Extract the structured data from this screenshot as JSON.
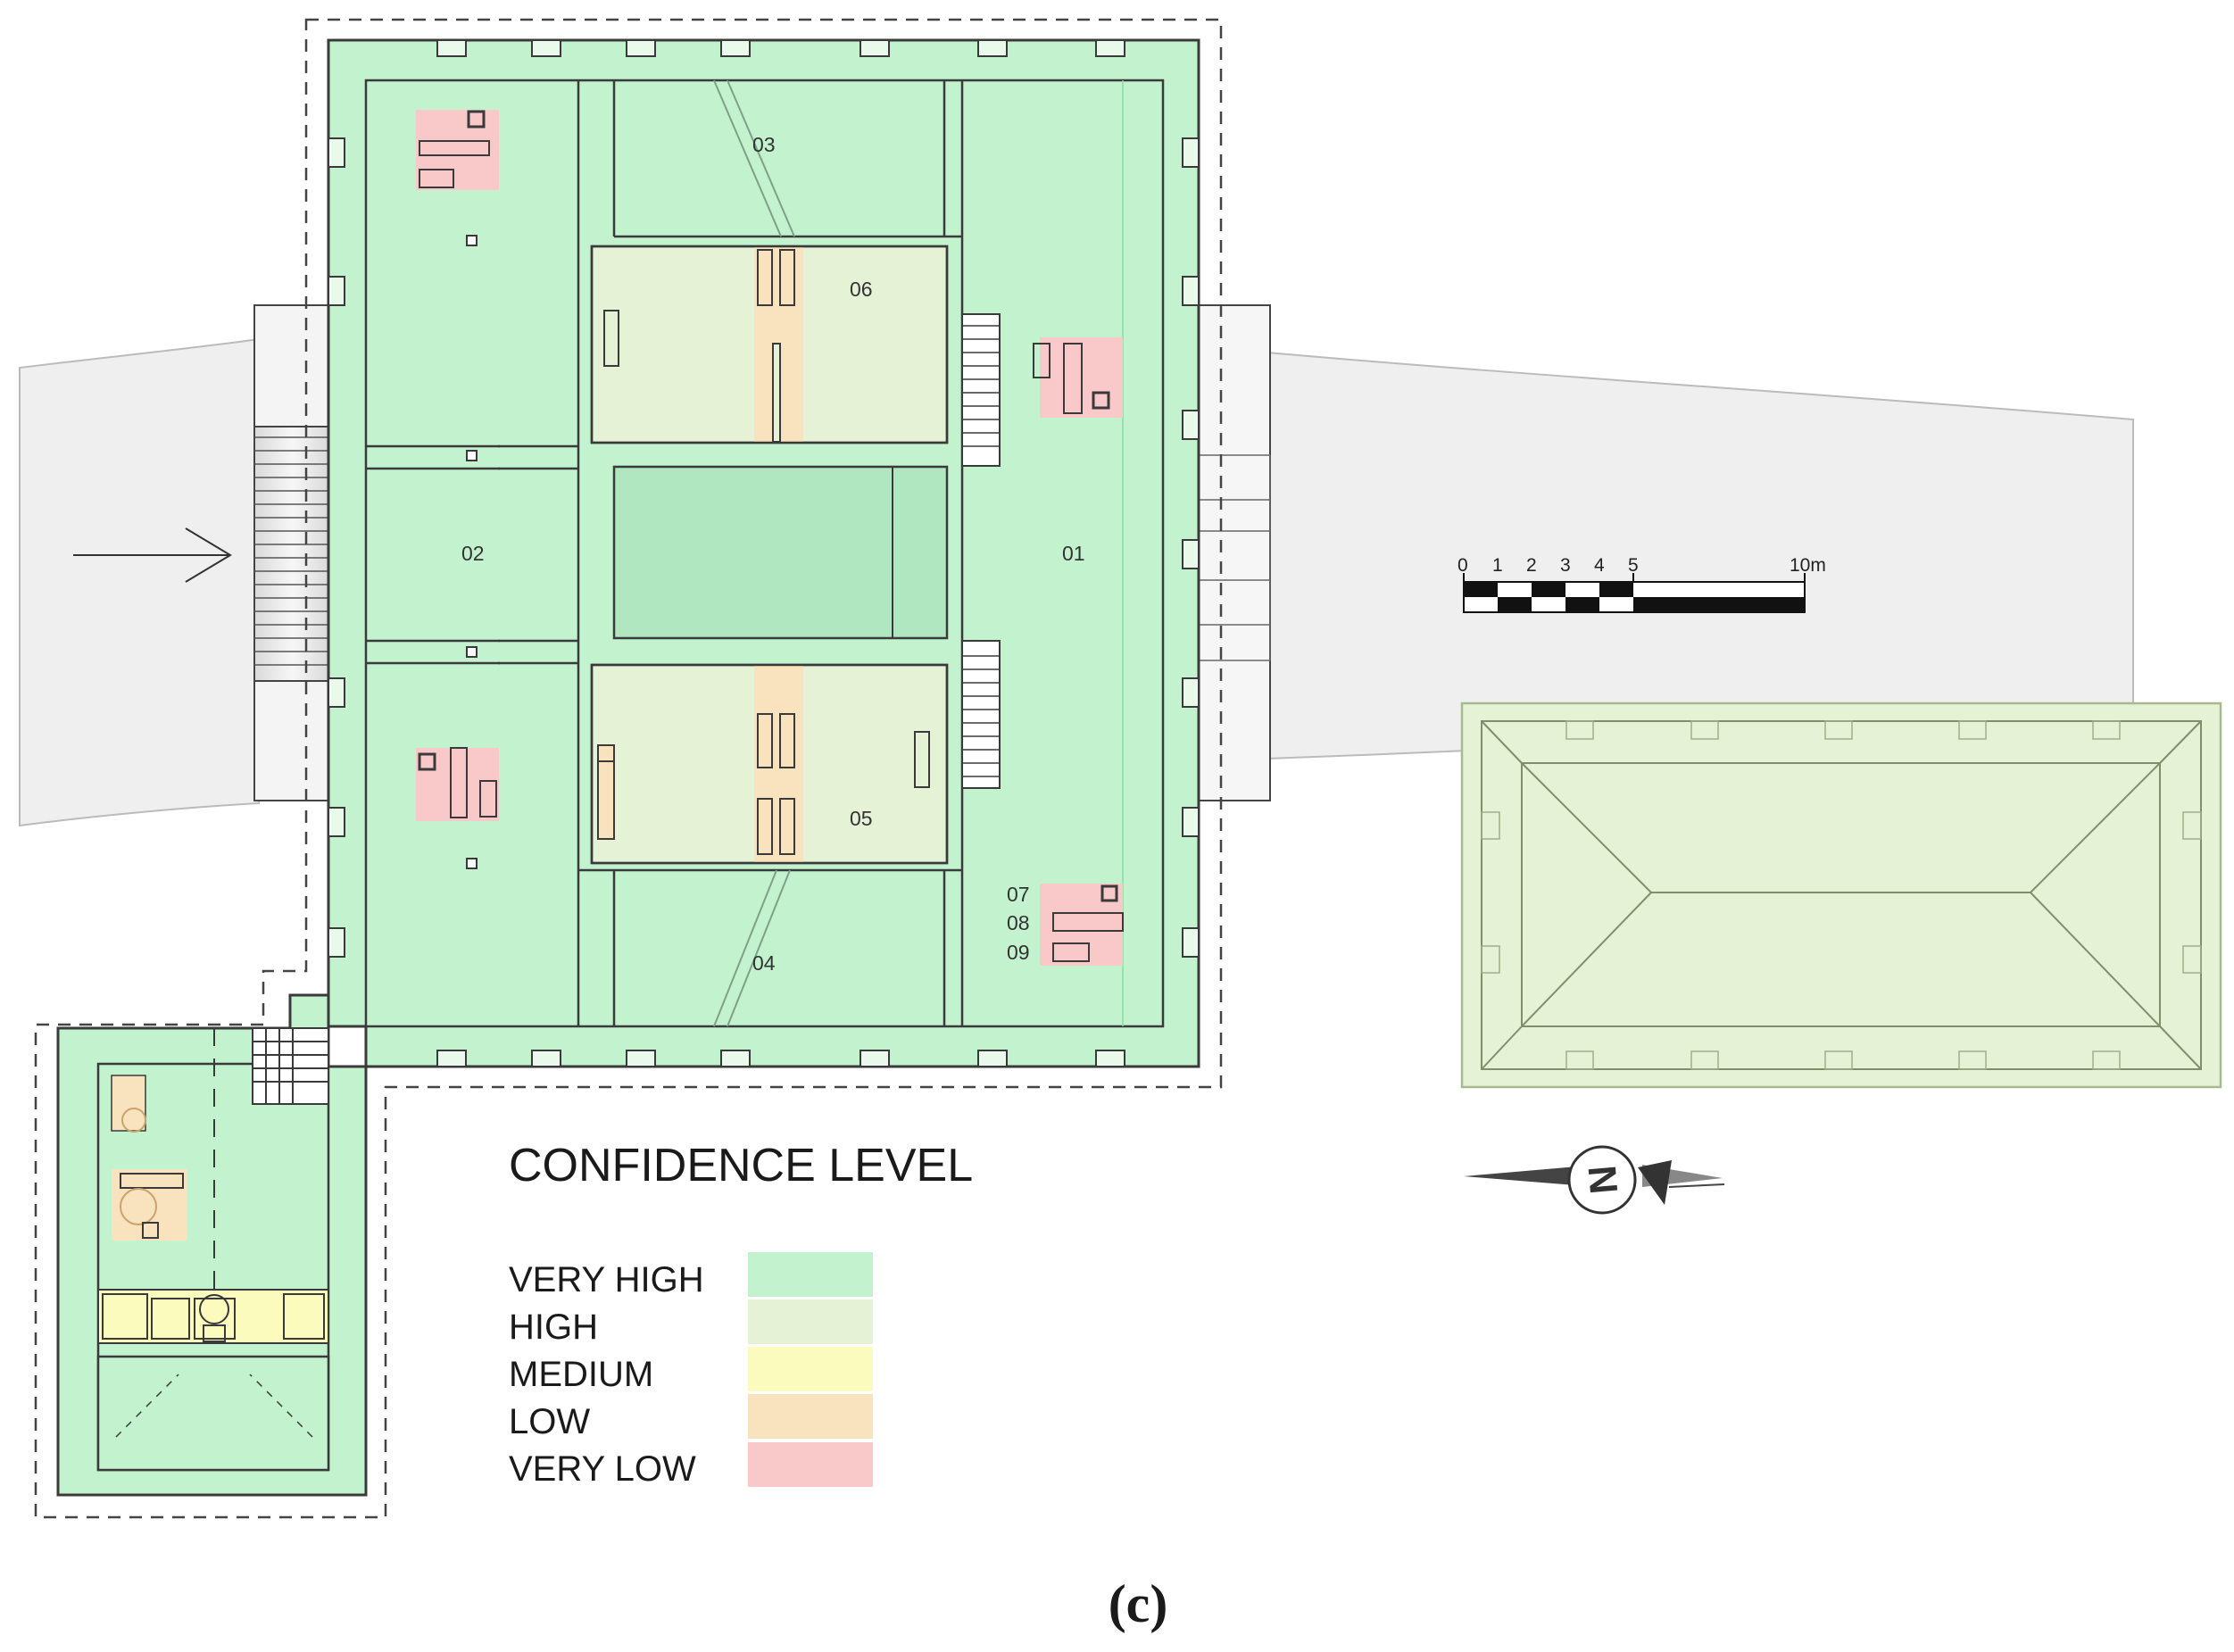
{
  "plan": {
    "rooms": {
      "r01": "01",
      "r02": "02",
      "r03": "03",
      "r04": "04",
      "r05": "05",
      "r06": "06",
      "r07": "07",
      "r08": "08",
      "r09": "09"
    },
    "scale_bar": {
      "ticks": [
        "0",
        "1",
        "2",
        "3",
        "4",
        "5",
        "10m"
      ]
    },
    "north_symbol": "N"
  },
  "legend": {
    "title": "CONFIDENCE LEVEL",
    "items": [
      {
        "label": "VERY HIGH",
        "color": "#c3f2cf"
      },
      {
        "label": "HIGH",
        "color": "#e6f2d6"
      },
      {
        "label": "MEDIUM",
        "color": "#fafbbd"
      },
      {
        "label": "LOW",
        "color": "#f9e3bf"
      },
      {
        "label": "VERY LOW",
        "color": "#f9c8c8"
      }
    ]
  },
  "caption": "(c)",
  "colors": {
    "very_high": "#c3f2cf",
    "high": "#e6f2d6",
    "medium": "#fafbbd",
    "low": "#f9e3bf",
    "very_low": "#f9c8c8",
    "road": "#eeeeee",
    "line": "#3a3a3a"
  }
}
